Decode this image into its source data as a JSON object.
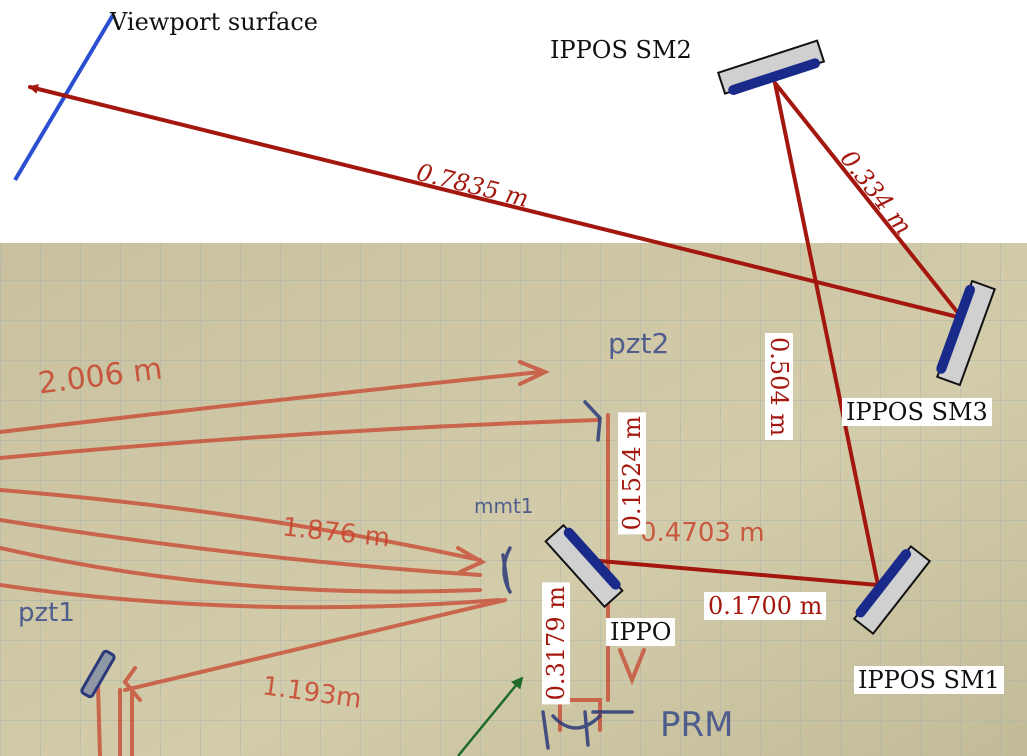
{
  "labels": {
    "viewport": "Viewport surface",
    "sm2": "IPPOS SM2",
    "sm3": "IPPOS SM3",
    "sm1": "IPPOS SM1",
    "ippo": "IPPO"
  },
  "distances": {
    "d_viewport": "0.7835 m",
    "d_sm2_sm3": "0.334 m",
    "d_sm2_sm1": "0.504 m",
    "d_vertical_top": "0.1524 m",
    "d_ippo_sm1": "0.1700 m",
    "d_vertical_bottom": "0.3179 m"
  },
  "handwritten": {
    "h_2006": "2.006 m",
    "h_pzt2": "pzt2",
    "h_1876": "1.876 m",
    "h_mmt1": "mmt1",
    "h_4703": "0.4703 m",
    "h_pzt1": "pzt1",
    "h_1193": "1.193m",
    "h_prm": "PRM"
  },
  "colors": {
    "beam": "#a3170e",
    "mirror": "#1a2a8a",
    "viewport": "#2a4fd0",
    "paper": "#cfc8a6",
    "grid": "#aab8ae",
    "arrow_green": "#1f6b2a"
  }
}
